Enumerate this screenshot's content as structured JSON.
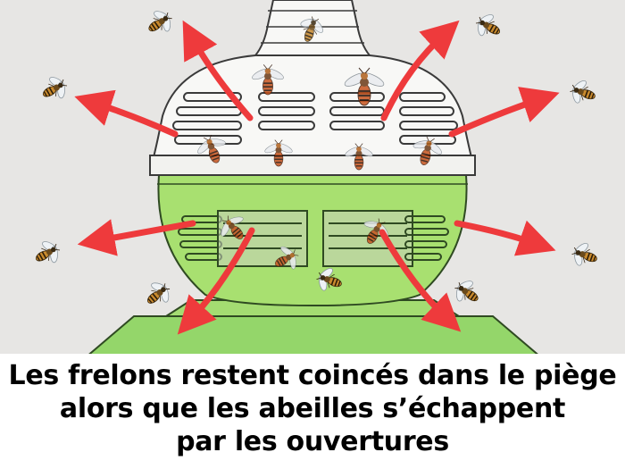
{
  "caption": {
    "line1": "Les frelons restent coincés dans le piège",
    "line2": "alors que les abeilles s’échappent",
    "line3": "par les ouvertures"
  },
  "colors": {
    "background": "#e7e6e4",
    "trap_upper": "#f8f8f6",
    "trap_lower": "#a8e070",
    "trap_base": "#94d66a",
    "arrow": "#ee3a3c",
    "outline": "#3a3a3a",
    "bee": "#c98a2e",
    "hornet": "#c7541e"
  },
  "icons": {
    "arrow": "red-arrow-icon",
    "bee": "bee-icon",
    "hornet": "hornet-icon"
  }
}
